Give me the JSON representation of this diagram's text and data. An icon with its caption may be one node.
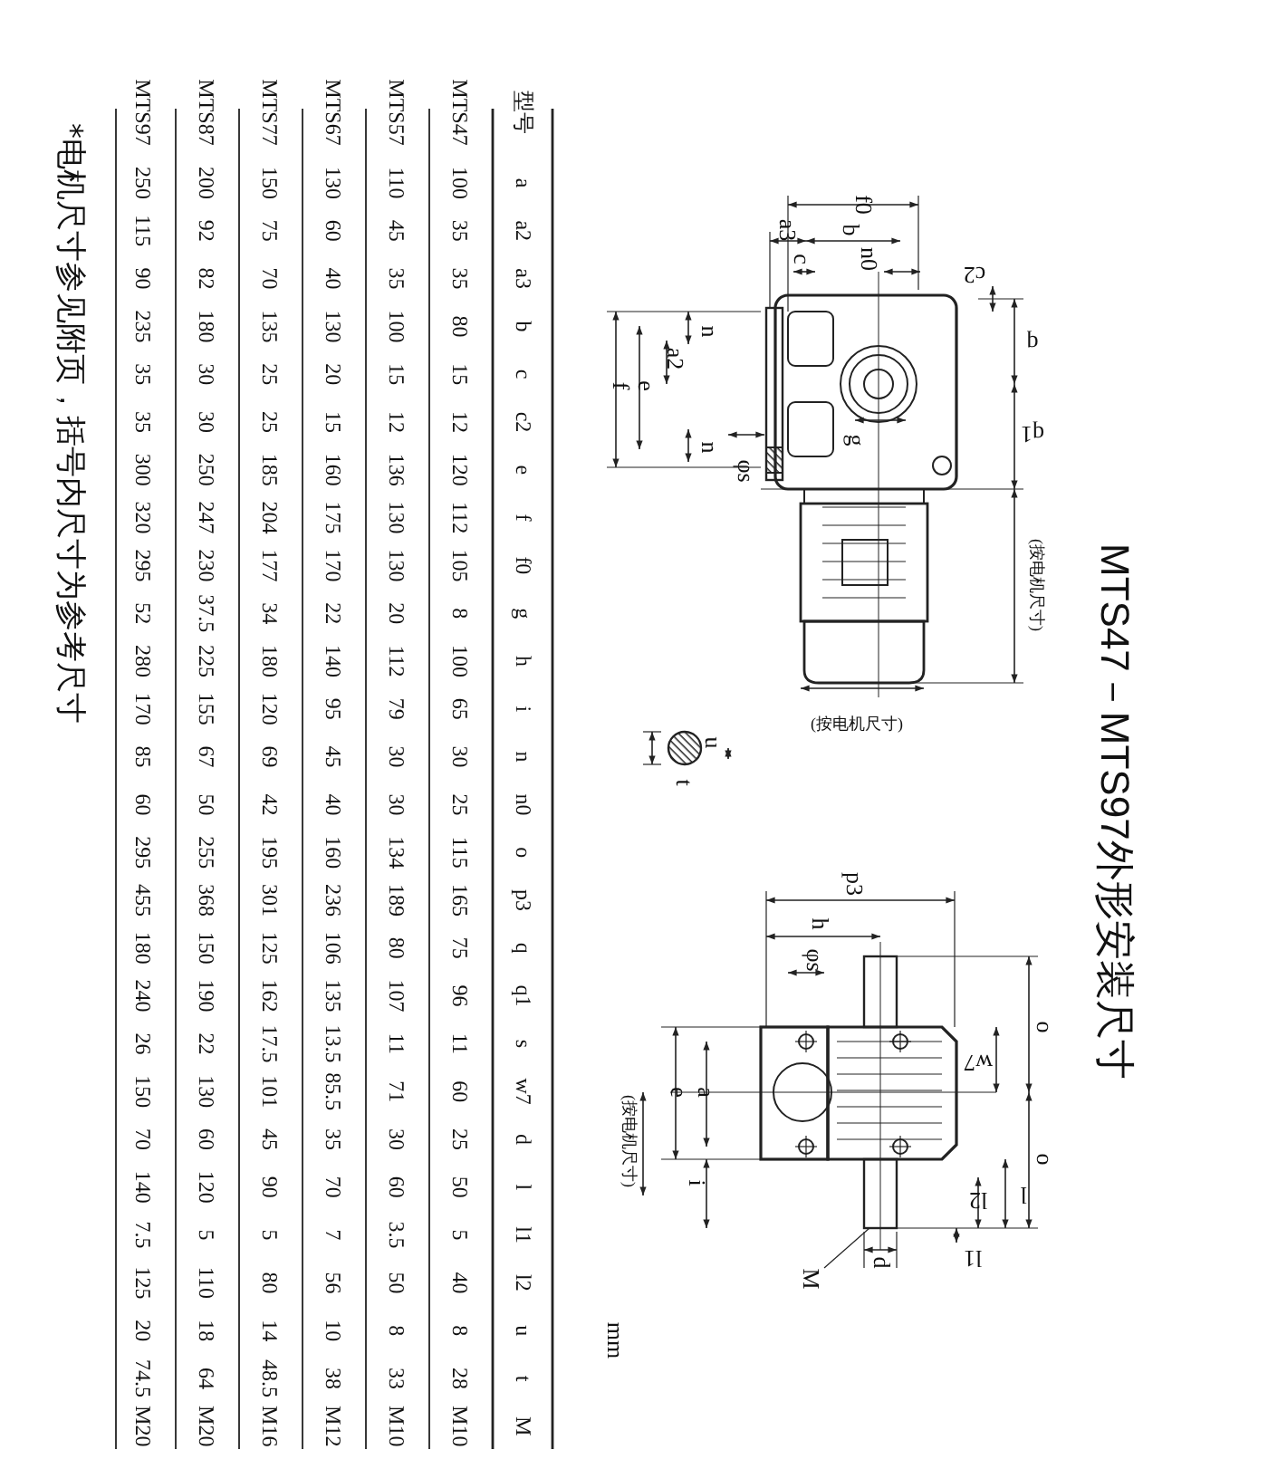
{
  "diagram": {
    "title": "MTS47－MTS97外形安装尺寸",
    "labels": [
      "f0",
      "a3",
      "b",
      "c",
      "n0",
      "c2",
      "q",
      "n",
      "a2",
      "e",
      "f",
      "q1",
      "g",
      "n",
      "φs",
      "(按电机尺寸)",
      "(按电机尺寸)",
      "u",
      "t",
      "p3",
      "h",
      "φs",
      "o",
      "w7",
      "e",
      "a",
      "(按电机尺寸)",
      "o",
      "i",
      "l2",
      "l",
      "l1",
      "d",
      "M",
      "mm",
      "型号",
      "a",
      "a2",
      "a3",
      "b",
      "c",
      "c2",
      "e",
      "f",
      "f0",
      "g",
      "h",
      "i",
      "n",
      "n0",
      "o",
      "p3",
      "q",
      "q1",
      "s",
      "w7",
      "d",
      "l",
      "l1",
      "l2",
      "u",
      "t",
      "M",
      "MTS47",
      "100",
      "35",
      "35",
      "80",
      "15",
      "12",
      "120",
      "112",
      "105",
      "8",
      "100",
      "65",
      "30",
      "25",
      "115",
      "165",
      "75",
      "96",
      "11",
      "60",
      "25",
      "50",
      "5",
      "40",
      "8",
      "28",
      "M10",
      "MTS57",
      "110",
      "45",
      "35",
      "100",
      "15",
      "12",
      "136",
      "130",
      "130",
      "20",
      "112",
      "79",
      "30",
      "30",
      "134",
      "189",
      "80",
      "107",
      "11",
      "71",
      "30",
      "60",
      "3.5",
      "50",
      "8",
      "33",
      "M10",
      "MTS67",
      "130",
      "60",
      "40",
      "130",
      "20",
      "15",
      "160",
      "175",
      "170",
      "22",
      "140",
      "95",
      "45",
      "40",
      "160",
      "236",
      "106",
      "135",
      "13.5",
      "85.5",
      "35",
      "70",
      "7",
      "56",
      "10",
      "38",
      "M12",
      "MTS77",
      "150",
      "75",
      "70",
      "135",
      "25",
      "25",
      "185",
      "204",
      "177",
      "34",
      "180",
      "120",
      "69",
      "42",
      "195",
      "301",
      "125",
      "162",
      "17.5",
      "101",
      "45",
      "90",
      "5",
      "80",
      "14",
      "48.5",
      "M16",
      "MTS87",
      "200",
      "92",
      "82",
      "180",
      "30",
      "30",
      "250",
      "247",
      "230",
      "37.5",
      "225",
      "155",
      "67",
      "50",
      "255",
      "368",
      "150",
      "190",
      "22",
      "130",
      "60",
      "120",
      "5",
      "110",
      "18",
      "64",
      "M20",
      "MTS97",
      "250",
      "115",
      "90",
      "235",
      "35",
      "35",
      "300",
      "320",
      "295",
      "52",
      "280",
      "170",
      "85",
      "60",
      "295",
      "455",
      "180",
      "240",
      "26",
      "150",
      "70",
      "140",
      "7.5",
      "125",
      "20",
      "74.5",
      "M20",
      "*电机尺寸参见附页，括号内尺寸为参考尺寸"
    ]
  }
}
